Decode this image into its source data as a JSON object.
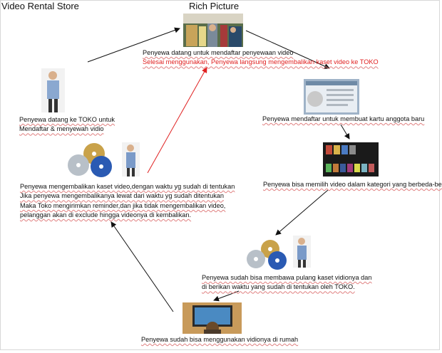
{
  "header": {
    "left_title": "Video Rental Store",
    "center_title": "Rich Picture"
  },
  "nodes": {
    "top": {
      "line1": "Penyewa datang untuk mendaftar penyewaan video",
      "line2": "Selesai menggunakan, Penyewa langsung mengembalikan kaset video ke TOKO"
    },
    "register": {
      "line1": "Penyewa mendaftar untuk membuat kartu anggota baru"
    },
    "select": {
      "line1": "Penyewa bisa memilih video dalam kategori yang berbeda-beda"
    },
    "take_home": {
      "line1": "Penyewa sudah bisa membawa pulang kaset vidionya dan",
      "line2": "di berikan waktu yang sudah di tentukan oleh TOKO."
    },
    "use": {
      "line1": "Penyewa sudah bisa menggunakan vidionya di rumah"
    },
    "return": {
      "line1": "Penyewa mengembalikan kaset video,dengan waktu yg sudah di tentukan",
      "line2": "Jika penyewa mengembalikanya lewat dari waktu yg sudah ditentukan",
      "line3": "Maka Toko mengirimkan reminder,dan jika tidak mengembalikan video,",
      "line4": "pelanggan akan di exclude hingga videonya di kembalikan."
    },
    "come": {
      "line1": "Penyewa datang  ke TOKO  untuk",
      "line2": "Mendaftar  & menyewah  vidio"
    }
  },
  "colors": {
    "accent_red": "#e02020",
    "arrow_black": "#111111"
  },
  "icons": [
    "store-photo",
    "person-icon",
    "registration-form-screenshot",
    "video-catalog-screenshot",
    "dvd-discs-icon",
    "watching-tv-photo"
  ]
}
